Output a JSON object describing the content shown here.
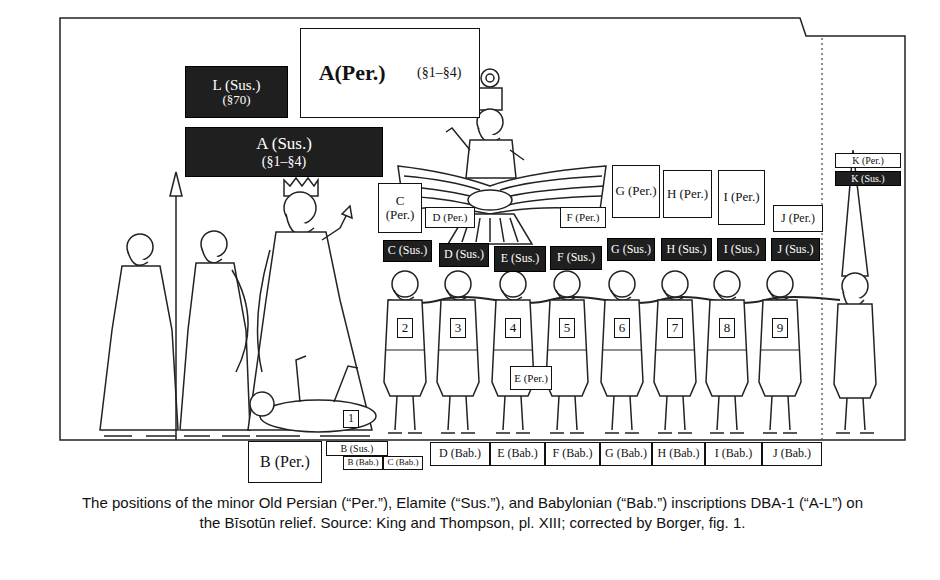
{
  "diagram": {
    "caption": "The positions of the minor Old Persian (“Per.”), Elamite (“Sus.”), and Babylonian (“Bab.”) inscriptions DBA-1 (“A-L”) on the Bīsotūn relief. Source: King and Thompson, pl. XIII; corrected by Borger, fig. 1.",
    "nodes": [
      {
        "text": [
          "A(Per.)",
          "(§1–§4)"
        ]
      },
      {
        "text": [
          "L (Sus.)",
          "(§70)"
        ]
      },
      {
        "text": [
          "A (Sus.)",
          "(§1–§4)"
        ]
      },
      {
        "text": [
          "C (Per.)"
        ]
      },
      {
        "text": [
          "D (Per.)"
        ]
      },
      {
        "text": [
          "F (Per.)"
        ]
      },
      {
        "text": [
          "G (Per.)"
        ]
      },
      {
        "text": [
          "H (Per.)"
        ]
      },
      {
        "text": [
          "I (Per.)"
        ]
      },
      {
        "text": [
          "J (Per.)"
        ]
      },
      {
        "text": [
          "K (Per.)"
        ]
      },
      {
        "text": [
          "K (Sus.)"
        ]
      },
      {
        "text": [
          "C (Sus.)"
        ]
      },
      {
        "text": [
          "D (Sus.)"
        ]
      },
      {
        "text": [
          "E (Sus.)"
        ]
      },
      {
        "text": [
          "F (Sus.)"
        ]
      },
      {
        "text": [
          "G (Sus.)"
        ]
      },
      {
        "text": [
          "H (Sus.)"
        ]
      },
      {
        "text": [
          "I (Sus.)"
        ]
      },
      {
        "text": [
          "J (Sus.)"
        ]
      },
      {
        "text": [
          "2"
        ]
      },
      {
        "text": [
          "3"
        ]
      },
      {
        "text": [
          "4"
        ]
      },
      {
        "text": [
          "5"
        ]
      },
      {
        "text": [
          "6"
        ]
      },
      {
        "text": [
          "7"
        ]
      },
      {
        "text": [
          "8"
        ]
      },
      {
        "text": [
          "9"
        ]
      },
      {
        "text": [
          "E (Per.)"
        ]
      },
      {
        "text": [
          "1"
        ]
      },
      {
        "text": [
          "B (Per.)"
        ]
      },
      {
        "text": [
          "B (Sus.)"
        ]
      },
      {
        "text": [
          "B (Bab.)"
        ]
      },
      {
        "text": [
          "C (Bab.)"
        ]
      },
      {
        "text": [
          "D (Bab.)"
        ]
      },
      {
        "text": [
          "E (Bab.)"
        ]
      },
      {
        "text": [
          "F (Bab.)"
        ]
      },
      {
        "text": [
          "G (Bab.)"
        ]
      },
      {
        "text": [
          "H (Bab.)"
        ]
      },
      {
        "text": [
          "I (Bab.)"
        ]
      },
      {
        "text": [
          "J (Bab.)"
        ]
      }
    ]
  }
}
